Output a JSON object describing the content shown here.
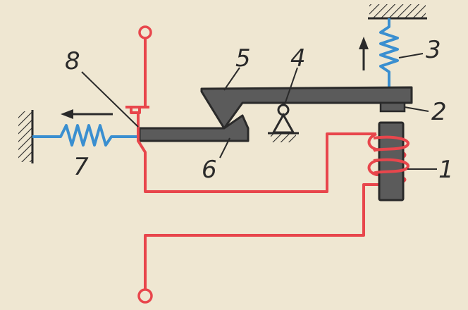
{
  "labels": {
    "coil": "1",
    "armature": "2",
    "return_spring": "3",
    "pivot": "4",
    "lever": "5",
    "latch": "6",
    "tension_spring": "7",
    "contact": "8"
  },
  "colors": {
    "background": "#efe7d2",
    "wire": "#e8464c",
    "spring": "#3a8fd0",
    "part": "#5b5b5b",
    "ink": "#2a2a2a"
  }
}
